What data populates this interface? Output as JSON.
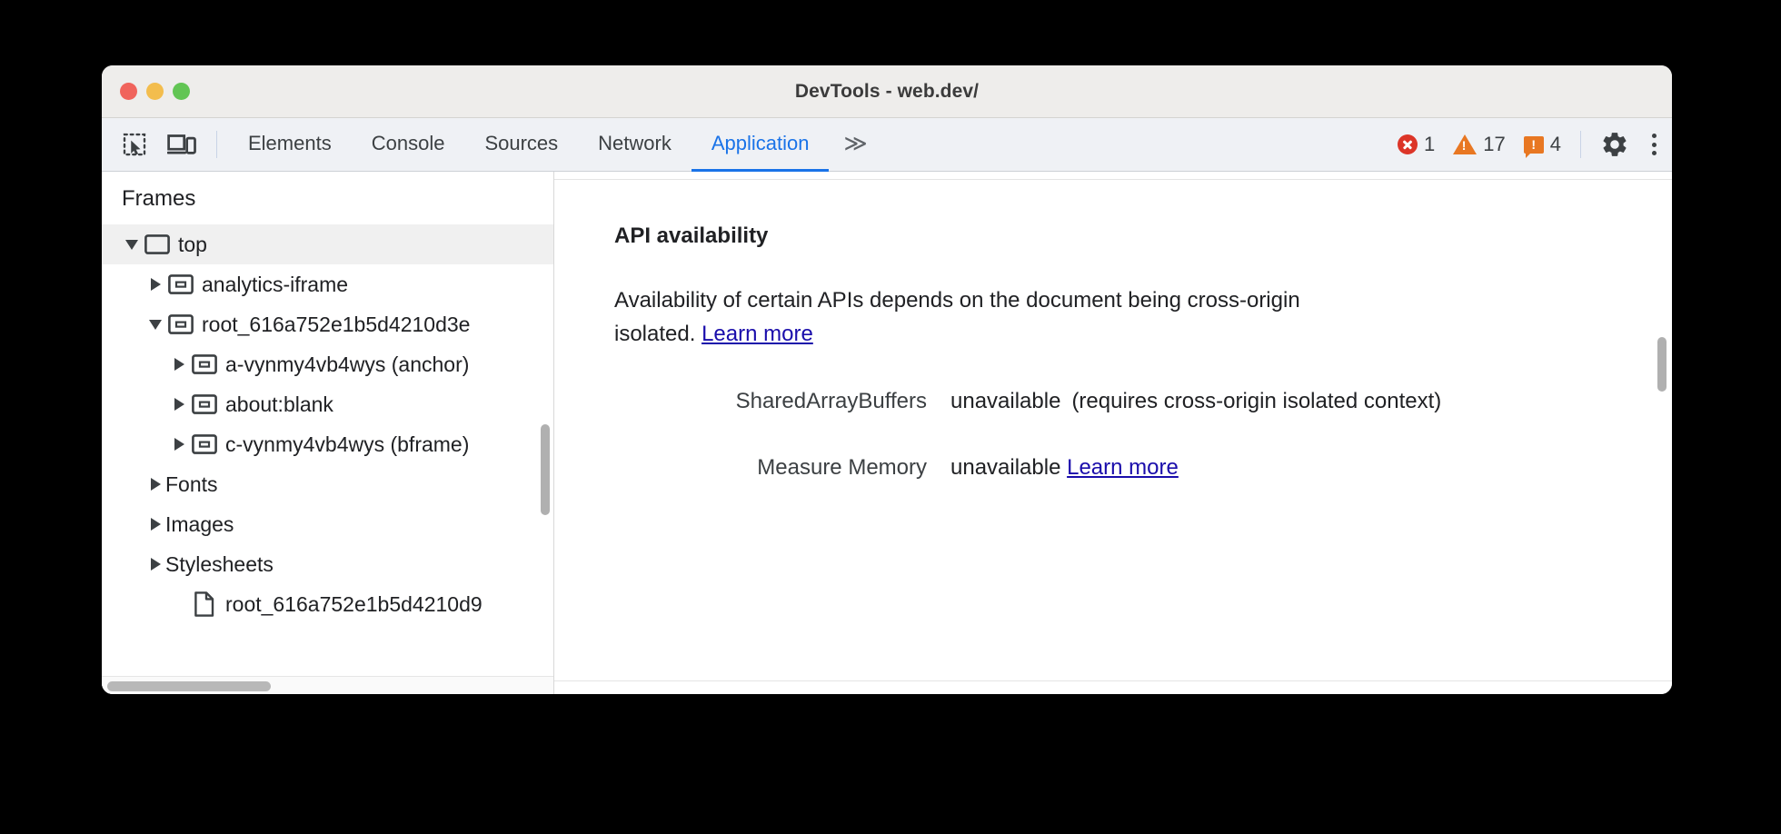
{
  "window": {
    "title": "DevTools - web.dev/",
    "traffic_lights": [
      "close-red",
      "minimize-yellow",
      "zoom-green"
    ]
  },
  "toolbar": {
    "inspect_icon": "inspect-element-icon",
    "device_icon": "device-toolbar-icon",
    "tabs": [
      {
        "label": "Elements",
        "active": false
      },
      {
        "label": "Console",
        "active": false
      },
      {
        "label": "Sources",
        "active": false
      },
      {
        "label": "Network",
        "active": false
      },
      {
        "label": "Application",
        "active": true
      }
    ],
    "more_tabs_label": "≫",
    "badges": {
      "errors": "1",
      "warnings": "17",
      "issues": "4"
    },
    "settings_icon": "gear-icon",
    "menu_icon": "kebab-menu-icon",
    "accent_color": "#1a73e8",
    "error_color": "#dc3528",
    "warning_color": "#e87722"
  },
  "sidebar": {
    "title": "Frames",
    "items": [
      {
        "label": "top",
        "icon": "frame-window-icon",
        "twisty": "down",
        "indent": 0,
        "selected": true
      },
      {
        "label": "analytics-iframe",
        "icon": "iframe-icon",
        "twisty": "right",
        "indent": 1,
        "selected": false
      },
      {
        "label": "root_616a752e1b5d4210d3e",
        "icon": "iframe-icon",
        "twisty": "down",
        "indent": 1,
        "selected": false
      },
      {
        "label": "a-vynmy4vb4wys (anchor)",
        "icon": "iframe-icon",
        "twisty": "right",
        "indent": 2,
        "selected": false
      },
      {
        "label": "about:blank",
        "icon": "iframe-icon",
        "twisty": "right",
        "indent": 2,
        "selected": false
      },
      {
        "label": "c-vynmy4vb4wys (bframe)",
        "icon": "iframe-icon",
        "twisty": "right",
        "indent": 2,
        "selected": false
      },
      {
        "label": "Fonts",
        "icon": "none",
        "twisty": "right",
        "indent": 1,
        "selected": false
      },
      {
        "label": "Images",
        "icon": "none",
        "twisty": "right",
        "indent": 1,
        "selected": false
      },
      {
        "label": "Stylesheets",
        "icon": "none",
        "twisty": "right",
        "indent": 1,
        "selected": false
      },
      {
        "label": "root_616a752e1b5d4210d9",
        "icon": "document-icon",
        "twisty": "none",
        "indent": 2,
        "selected": false
      }
    ]
  },
  "main": {
    "section_title": "API availability",
    "description_part1": "Availability of certain APIs depends on the document being cross-origin isolated. ",
    "description_link": "Learn more",
    "rows": [
      {
        "key": "SharedArrayBuffers",
        "value": "unavailable",
        "note": "(requires cross-origin isolated context)",
        "link": ""
      },
      {
        "key": "Measure Memory",
        "value": "unavailable",
        "note": "",
        "link": "Learn more"
      }
    ]
  }
}
